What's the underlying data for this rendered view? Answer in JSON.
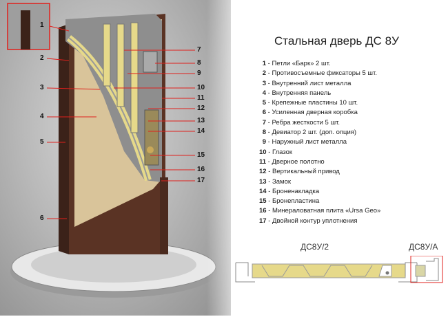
{
  "title": "Стальная дверь ДС 8У",
  "callouts": [
    "1",
    "2",
    "3",
    "4",
    "5",
    "6",
    "7",
    "8",
    "9",
    "10",
    "11",
    "12",
    "13",
    "14",
    "15",
    "16",
    "17"
  ],
  "legend": [
    {
      "num": "1",
      "text": "Петли «Барк» 2 шт."
    },
    {
      "num": "2",
      "text": "Противосъемные фиксаторы 5 шт."
    },
    {
      "num": "3",
      "text": "Внутренний лист металла"
    },
    {
      "num": "4",
      "text": "Внутренняя панель"
    },
    {
      "num": "5",
      "text": "Крепежные пластины 10 шт."
    },
    {
      "num": "6",
      "text": "Усиленная дверная коробка"
    },
    {
      "num": "7",
      "text": "Ребра жесткости 5 шт."
    },
    {
      "num": "8",
      "text": "Девиатор 2 шт. (доп. опция)"
    },
    {
      "num": "9",
      "text": "Наружный лист металла"
    },
    {
      "num": "10",
      "text": "Глазок"
    },
    {
      "num": "11",
      "text": "Дверное полотно"
    },
    {
      "num": "12",
      "text": "Вертикальный привод"
    },
    {
      "num": "13",
      "text": "Замок"
    },
    {
      "num": "14",
      "text": "Броненакладка"
    },
    {
      "num": "15",
      "text": "Бронепластина"
    },
    {
      "num": "16",
      "text": "Минераловатная плита «Ursa Geo»"
    },
    {
      "num": "17",
      "text": "Двойной контур уплотнения"
    }
  ],
  "sections": {
    "main": "ДС8У/2",
    "alt": "ДС8У/А"
  },
  "colors": {
    "callout": "#e0201c",
    "door_frame": "#4a2a1e",
    "panel": "#d9c49a",
    "insulation": "#e6d98a"
  }
}
